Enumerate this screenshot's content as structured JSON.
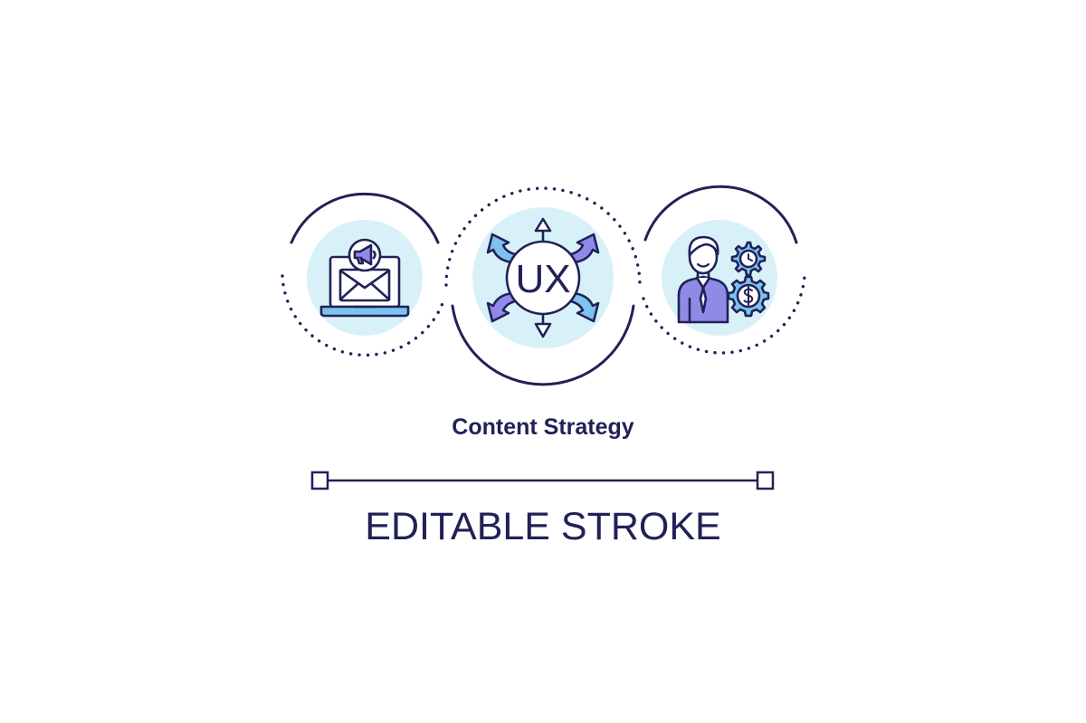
{
  "title": "Content Strategy",
  "caption": "EDITABLE STROKE",
  "center_label": "UX",
  "colors": {
    "outline": "#202257",
    "fill_light": "#d8f1f8",
    "accent_purple": "#8f8ae6",
    "accent_blue": "#7ec2ee",
    "background": "#ffffff"
  },
  "icons": {
    "left": "laptop-email-megaphone-icon",
    "center": "ux-arrows-icon",
    "right": "businessman-gears-icon"
  }
}
